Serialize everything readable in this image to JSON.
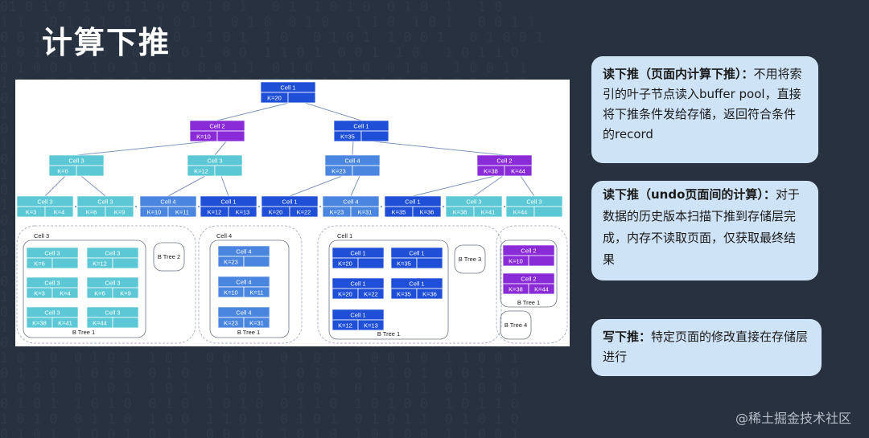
{
  "page_title": "计算下推",
  "colors": {
    "cyan": "#5cc8d6",
    "blue_light": "#4a86e0",
    "blue_dark": "#1e4fd6",
    "purple": "#8a2bd8",
    "card_bg": "#cfe3f7",
    "slide_bg": "#27313f"
  },
  "tree": {
    "root": {
      "cell": "Cell 1",
      "key": "K=20"
    },
    "level1": [
      {
        "cell": "Cell 2",
        "key": "K=10"
      },
      {
        "cell": "Cell 1",
        "key": "K=35"
      }
    ],
    "level2": [
      {
        "cell": "Cell 3",
        "key": "K=6"
      },
      {
        "cell": "Cell 3",
        "key": "K=12"
      },
      {
        "cell": "Cell 4",
        "key": "K=23"
      },
      {
        "cell": "Cell 2",
        "key": "K=38",
        "key2": "K=44"
      }
    ],
    "leaves": [
      {
        "cell": "Cell 3",
        "key": "K=3",
        "key2": "K=4"
      },
      {
        "cell": "Cell 3",
        "key": "K=6",
        "key2": "K=9"
      },
      {
        "cell": "Cell 4",
        "key": "K=10",
        "key2": "K=11"
      },
      {
        "cell": "Cell 1",
        "key": "K=12",
        "key2": "K=13"
      },
      {
        "cell": "Cell 1",
        "key": "K=20",
        "key2": "K=22"
      },
      {
        "cell": "Cell 4",
        "key": "K=23",
        "key2": "K=31"
      },
      {
        "cell": "Cell 1",
        "key": "K=35",
        "key2": "K=36"
      },
      {
        "cell": "Cell 3",
        "key": "K=38",
        "key2": "K=41"
      },
      {
        "cell": "Cell 3",
        "key": "K=44"
      }
    ]
  },
  "groups": [
    {
      "title": "Cell 3",
      "btree_label": "B Tree 1",
      "side_label": "B Tree 2",
      "cells": [
        {
          "cell": "Cell 3",
          "key": "K=6"
        },
        {
          "cell": "Cell 3",
          "key": "K=12"
        },
        {
          "cell": "Cell 3",
          "key": "K=3",
          "key2": "K=4"
        },
        {
          "cell": "Cell 3",
          "key": "K=6",
          "key2": "K=9"
        },
        {
          "cell": "Cell 3",
          "key": "K=38",
          "key2": "K=41"
        },
        {
          "cell": "Cell 3",
          "key": "K=44"
        }
      ]
    },
    {
      "title": "Cell 4",
      "btree_label": "B Tree 1",
      "cells": [
        {
          "cell": "Cell 4",
          "key": "K=23"
        },
        {
          "cell": "Cell 4",
          "key": "K=10",
          "key2": "K=11"
        },
        {
          "cell": "Cell 4",
          "key": "K=23",
          "key2": "K=31"
        }
      ]
    },
    {
      "title": "Cell 1",
      "btree_label": "B Tree 1",
      "side_label": "B Tree 3",
      "cells": [
        {
          "cell": "Cell 1",
          "key": "K=20"
        },
        {
          "cell": "Cell 1",
          "key": "K=35"
        },
        {
          "cell": "Cell 1",
          "key": "K=20",
          "key2": "K=22"
        },
        {
          "cell": "Cell 1",
          "key": "K=35",
          "key2": "K=36"
        },
        {
          "cell": "Cell 1",
          "key": "K=12",
          "key2": "K=13"
        }
      ]
    },
    {
      "btree_label": "B Tree 1",
      "side_label": "B Tree 4",
      "cells": [
        {
          "cell": "Cell 2",
          "key": "K=10"
        },
        {
          "cell": "Cell 2",
          "key": "K=38",
          "key2": "K=44"
        }
      ]
    }
  ],
  "cards": [
    {
      "bold": "读下推（页面内计算下推）：",
      "text": "不用将索引的叶子节点读入buffer pool，直接将下推条件发给存储，返回符合条件的record"
    },
    {
      "bold": "读下推（undo页面间的计算）：",
      "text": "对于数据的历史版本扫描下推到存储层完成，内存不读取页面，仅获取最终结果"
    },
    {
      "bold": "写下推：",
      "text": "特定页面的修改直接在存储层进行"
    }
  ],
  "watermark": "@稀土掘金技术社区"
}
